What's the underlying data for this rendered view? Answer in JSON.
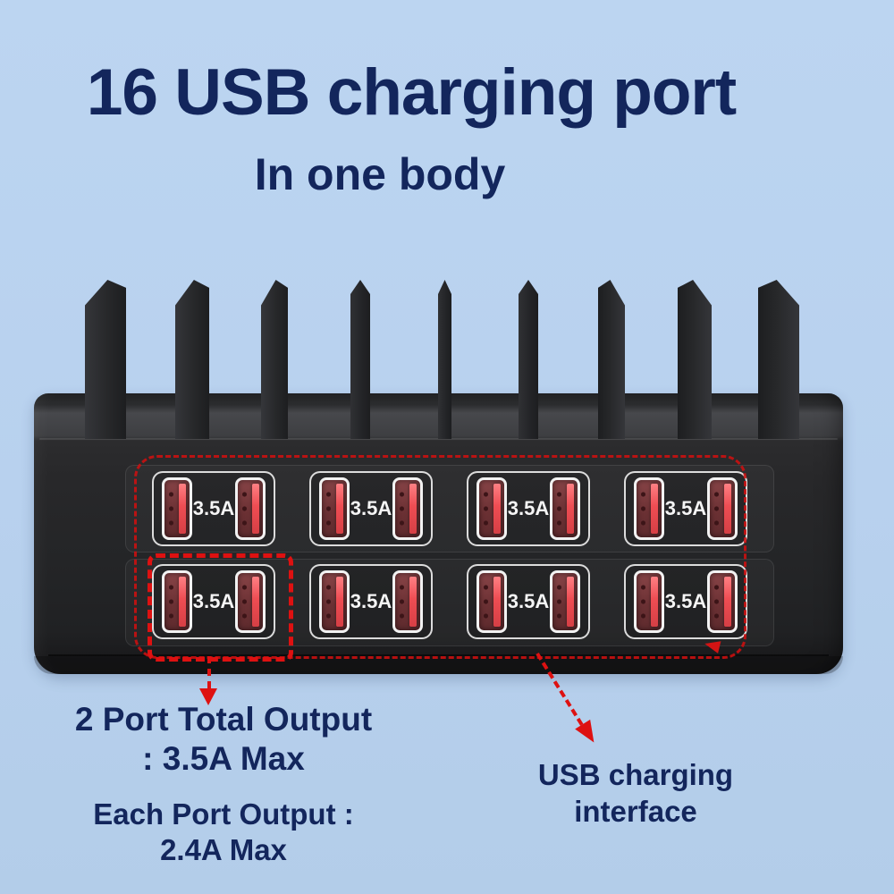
{
  "header": {
    "title": "16 USB charging port",
    "subtitle": "In one body"
  },
  "device": {
    "divider_fin_count": 9,
    "port_rows": 2,
    "groups_per_row": 4,
    "ports_per_group": 2,
    "groups": [
      {
        "label": "3.5A"
      },
      {
        "label": "3.5A"
      },
      {
        "label": "3.5A"
      },
      {
        "label": "3.5A"
      },
      {
        "label": "3.5A"
      },
      {
        "label": "3.5A"
      },
      {
        "label": "3.5A"
      },
      {
        "label": "3.5A"
      }
    ]
  },
  "callouts": {
    "left": {
      "lines": [
        "2 Port Total Output",
        ": 3.5A Max",
        "Each Port Output :",
        "2.4A Max"
      ]
    },
    "right": {
      "lines": [
        "USB charging",
        "interface"
      ]
    }
  },
  "colors": {
    "background": "#b8d1ee",
    "headline_navy": "#13265c",
    "callout_red": "#de1111",
    "device_body": "#242527",
    "port_well_maroon": "#6a3033",
    "port_tongue_red": "#ee4d53",
    "port_outline_white": "#f2f2f2",
    "amperage_label_white": "#f5f5f5"
  }
}
